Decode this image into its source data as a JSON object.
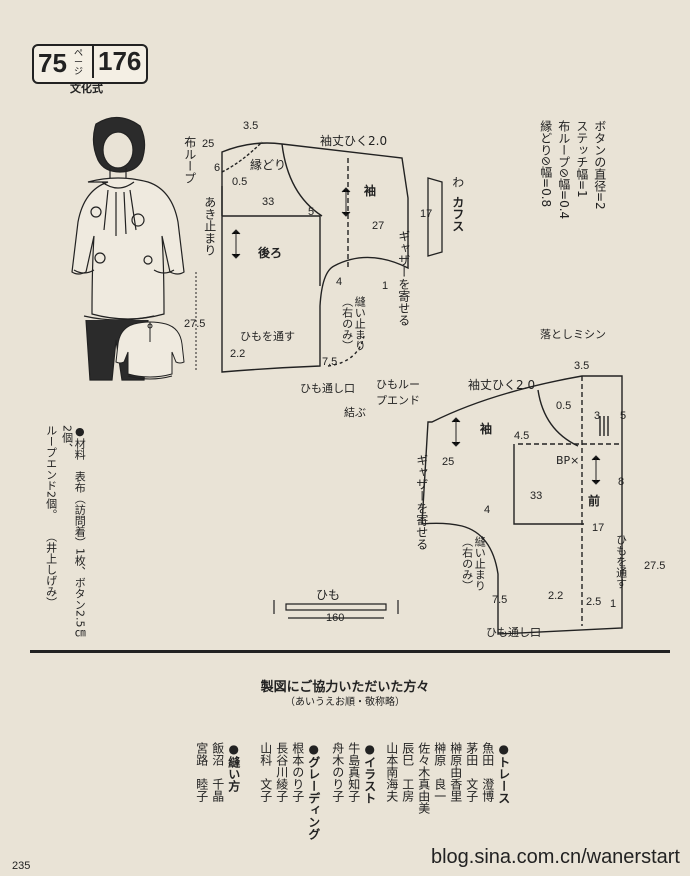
{
  "header": {
    "page_number": "75",
    "page_suffix": "ページ",
    "item_number": "176",
    "subtitle": "文化式"
  },
  "notes": {
    "button_diameter": "ボタンの直径=2",
    "stitch_width": "ステッチ幅=1",
    "loop_width": "布ループ⊘幅=0.4",
    "binding_width": "縁どり⊘幅=0.8"
  },
  "materials": {
    "line1": "●材料　表布（訪問着）1枚、ボタン2.5㎝2個、",
    "line2": "ループエンド2個。　　（井上しげみ）"
  },
  "back_pattern": {
    "label_nuno_loop": "布ループ",
    "label_akidomari": "あき止まり",
    "label_fuchidori": "縁どり",
    "label_ushiro": "後ろ",
    "label_sode": "袖",
    "label_sodetake": "袖丈ひく2.0",
    "label_gather": "ギャザーを寄せる",
    "label_nuidomari": "縫い止まり（右のみ）",
    "label_himotoshi": "ひもを通す",
    "label_himotoshiguchi": "ひも通し口",
    "label_loopend": "ひもループエンド",
    "label_musubu": "結ぶ",
    "label_wa": "わ",
    "label_cuffs": "カフス",
    "dims": [
      "3.5",
      "25",
      "6",
      "0.5",
      "33",
      "5",
      "27",
      "17",
      "27.5",
      "2.2",
      "7.5",
      "4",
      "1"
    ]
  },
  "front_pattern": {
    "label_otoshi": "落としミシン",
    "label_sodetake": "袖丈ひく2.0",
    "label_sode": "袖",
    "label_mae": "前",
    "label_bp": "BP×",
    "label_gather": "ギャザーを寄せる",
    "label_nuidomari": "縫い止まり（右のみ）",
    "label_himotoshi": "ひもを通す",
    "label_himotoshiguchi": "ひも通し口",
    "dims": [
      "3.5",
      "0.5",
      "3",
      "5",
      "4.5",
      "25",
      "33",
      "8",
      "17",
      "4",
      "27.5",
      "7.5",
      "2.2",
      "2.5",
      "1"
    ]
  },
  "string": {
    "label": "ひも",
    "length": "160"
  },
  "credits": {
    "title": "製図にご協力いただいた方々",
    "subtitle": "（あいうえお順・敬称略）",
    "trace": {
      "heading": "●トレース",
      "names": [
        "魚田　澄博",
        "茅田　文子",
        "榊原由香里",
        "榊原　良一",
        "佐々木真由美",
        "辰巳　工房",
        "山本南海夫"
      ]
    },
    "illust": {
      "heading": "●イラスト",
      "names": [
        "牛島真知子",
        "舟木のり子"
      ]
    },
    "grading": {
      "heading": "●グレーディング",
      "names": [
        "根本のり子",
        "長谷川綾子",
        "山科　文子"
      ]
    },
    "sewing": {
      "heading": "●縫い方",
      "names": [
        "飯沼　千晶",
        "宮路　睦子"
      ]
    }
  },
  "footer": {
    "watermark": "blog.sina.com.cn/wanerstart",
    "page": "235"
  }
}
